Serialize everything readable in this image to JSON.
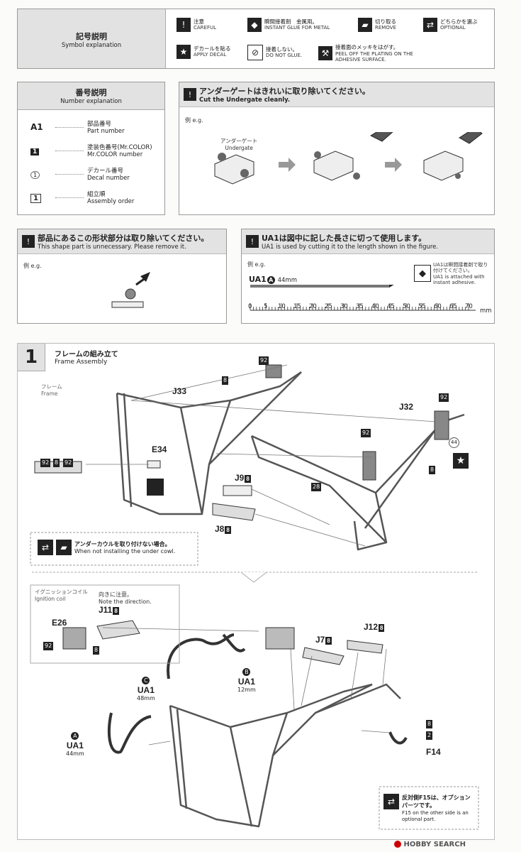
{
  "symbols": {
    "title_jp": "記号説明",
    "title_en": "Symbol explanation",
    "items": [
      {
        "icon": "careful-icon",
        "jp": "注意",
        "en": "CAREFUL"
      },
      {
        "icon": "instant-glue-icon",
        "jp": "瞬間接着剤　金属用。",
        "en": "INSTANT GLUE FOR METAL"
      },
      {
        "icon": "remove-icon",
        "jp": "切り取る",
        "en": "REMOVE"
      },
      {
        "icon": "optional-icon",
        "jp": "どちらかを選ぶ",
        "en": "OPTIONAL"
      },
      {
        "icon": "decal-icon",
        "jp": "デカールを貼る",
        "en": "APPLY DECAL"
      },
      {
        "icon": "no-glue-icon",
        "jp": "接着しない。",
        "en": "DO NOT GLUE."
      },
      {
        "icon": "peel-plating-icon",
        "jp": "接着面のメッキをはがす。",
        "en": "PEEL OFF THE PLATING ON THE ADHESIVE SURFACE."
      }
    ]
  },
  "numbers": {
    "title_jp": "番号説明",
    "title_en": "Number explanation",
    "rows": [
      {
        "mark": "A1",
        "jp": "部品番号",
        "en": "Part number"
      },
      {
        "mark": "1",
        "jp": "塗装色番号(Mr.COLOR)",
        "en": "Mr.COLOR number"
      },
      {
        "mark": "1",
        "jp": "デカール番号",
        "en": "Decal number"
      },
      {
        "mark": "1",
        "jp": "組立順",
        "en": "Assembly order"
      }
    ]
  },
  "undergate": {
    "title_jp": "アンダーゲートはきれいに取り除いてください。",
    "title_en": "Cut the Undergate cleanly.",
    "eg": "例 e.g.",
    "label_jp": "アンダーゲート",
    "label_en": "Undergate"
  },
  "shape_remove": {
    "title_jp": "部品にあるこの形状部分は取り除いてください。",
    "title_en": "This shape part is unnecessary. Please remove it.",
    "eg": "例 e.g."
  },
  "ua1_cut": {
    "title_jp": "UA1は図中に記した長さに切って使用します。",
    "title_en": "UA1 is used by cutting it to the length shown in the figure.",
    "eg": "例 e.g.",
    "part": "UA1",
    "part_mark": "A",
    "length": "44mm",
    "note_jp": "UA1は瞬間接着剤で取り付けてください。",
    "note_en": "UA1 is attached with instant adhesive.",
    "ruler": [
      "0",
      "5",
      "10",
      "15",
      "20",
      "25",
      "30",
      "35",
      "40",
      "45",
      "50",
      "55",
      "60",
      "65",
      "70"
    ],
    "ruler_unit": "mm"
  },
  "step1": {
    "number": "1",
    "title_jp": "フレームの組み立て",
    "title_en": "Frame Assembly",
    "frame_jp": "フレーム",
    "frame_en": "Frame",
    "labels": {
      "j33": "J33",
      "j32": "J32",
      "e34": "E34",
      "j9": "J9",
      "j8": "J8",
      "c92a": "92",
      "c8a": "8",
      "c92b": "92",
      "c92c": "92",
      "c8b": "8",
      "c92d": "92",
      "c8c": "8",
      "c28": "28",
      "c8d": "8",
      "c8e": "8",
      "c44": "44"
    },
    "undercowl_jp": "アンダーカウルを取り付けない場合。",
    "undercowl_en": "When not installing the under cowl.",
    "ignition_jp": "イグニッションコイル",
    "ignition_en": "Ignition coil",
    "direction_jp": "向きに注意。",
    "direction_en": "Note the direction.",
    "j11": "J11",
    "e26": "E26",
    "j7": "J7",
    "j12": "J12",
    "ua1c": "UA1",
    "ua1c_mark": "C",
    "ua1c_len": "48mm",
    "ua1b": "UA1",
    "ua1b_mark": "B",
    "ua1b_len": "12mm",
    "ua1a": "UA1",
    "ua1a_mark": "A",
    "ua1a_len": "44mm",
    "f14": "F14",
    "c8f": "8",
    "c2": "2",
    "c92e": "92",
    "c8g": "8",
    "c8h": "8",
    "c8i": "8",
    "c8j": "8",
    "optional_jp": "反対側F15は、オプションパーツです。",
    "optional_en": "F15 on the other side is an optional part."
  },
  "watermark": "HOBBY SEARCH"
}
